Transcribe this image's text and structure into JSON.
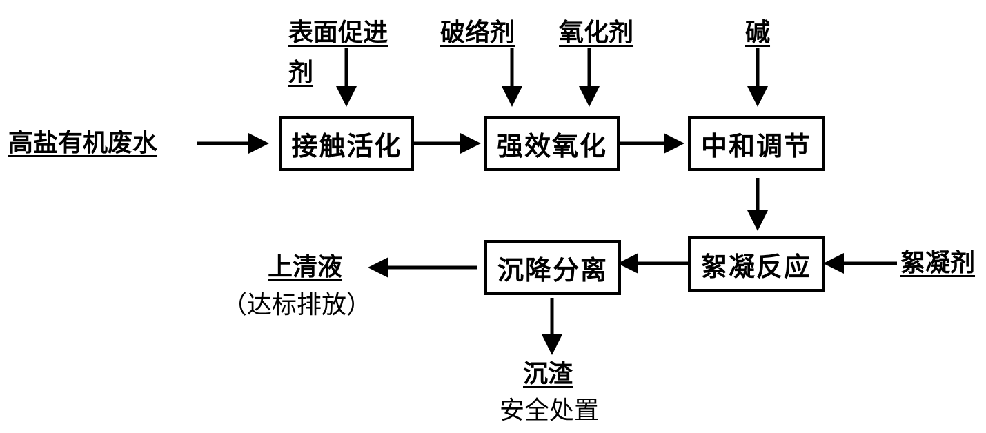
{
  "boxes": {
    "contact_activation": "接触活化",
    "strong_oxidation": "强效氧化",
    "neutralization": "中和调节",
    "flocculation": "絮凝反应",
    "sedimentation": "沉降分离"
  },
  "inputs": {
    "wastewater": "高盐有机废水",
    "surface_promoter_line1": "表面促进",
    "surface_promoter_line2": "剂",
    "complex_breaker": "破络剂",
    "oxidant": "氧化剂",
    "alkali": "碱",
    "flocculant": "絮凝剂"
  },
  "outputs": {
    "supernatant": "上清液",
    "supernatant_note": "（达标排放）",
    "sludge": "沉渣",
    "sludge_note": "安全处置"
  }
}
